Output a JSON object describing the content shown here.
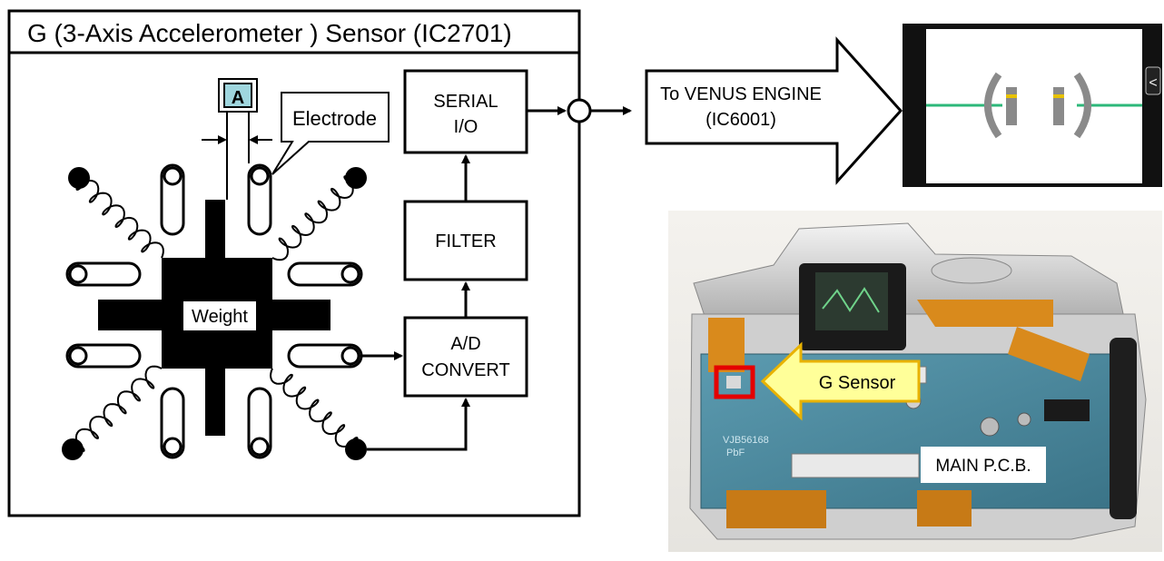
{
  "sensor_box": {
    "title": "G (3-Axis Accelerometer ) Sensor (IC2701)",
    "marker_label": "A",
    "electrode_label": "Electrode",
    "weight_label": "Weight"
  },
  "blocks": {
    "serial_io": [
      "SERIAL",
      "I/O"
    ],
    "filter": "FILTER",
    "ad_convert": [
      "A/D",
      "CONVERT"
    ]
  },
  "output_arrow": {
    "lines": [
      "To VENUS ENGINE",
      "(IC6001)"
    ]
  },
  "display": {
    "tab_glyph": "<",
    "level_color": "#2db87a",
    "indicator_color": "#e8c200"
  },
  "photo": {
    "g_sensor_label": "G Sensor",
    "main_pcb_label": "MAIN P.C.B.",
    "board_print": "VJB56168",
    "board_print2": "PbF"
  },
  "colors": {
    "line": "#000000",
    "marker_fill": "#9fd6de",
    "highlight": "#e50000",
    "callout_fill": "#ffff99",
    "callout_stroke": "#e8b200",
    "pcb": "#4a8aa0"
  }
}
